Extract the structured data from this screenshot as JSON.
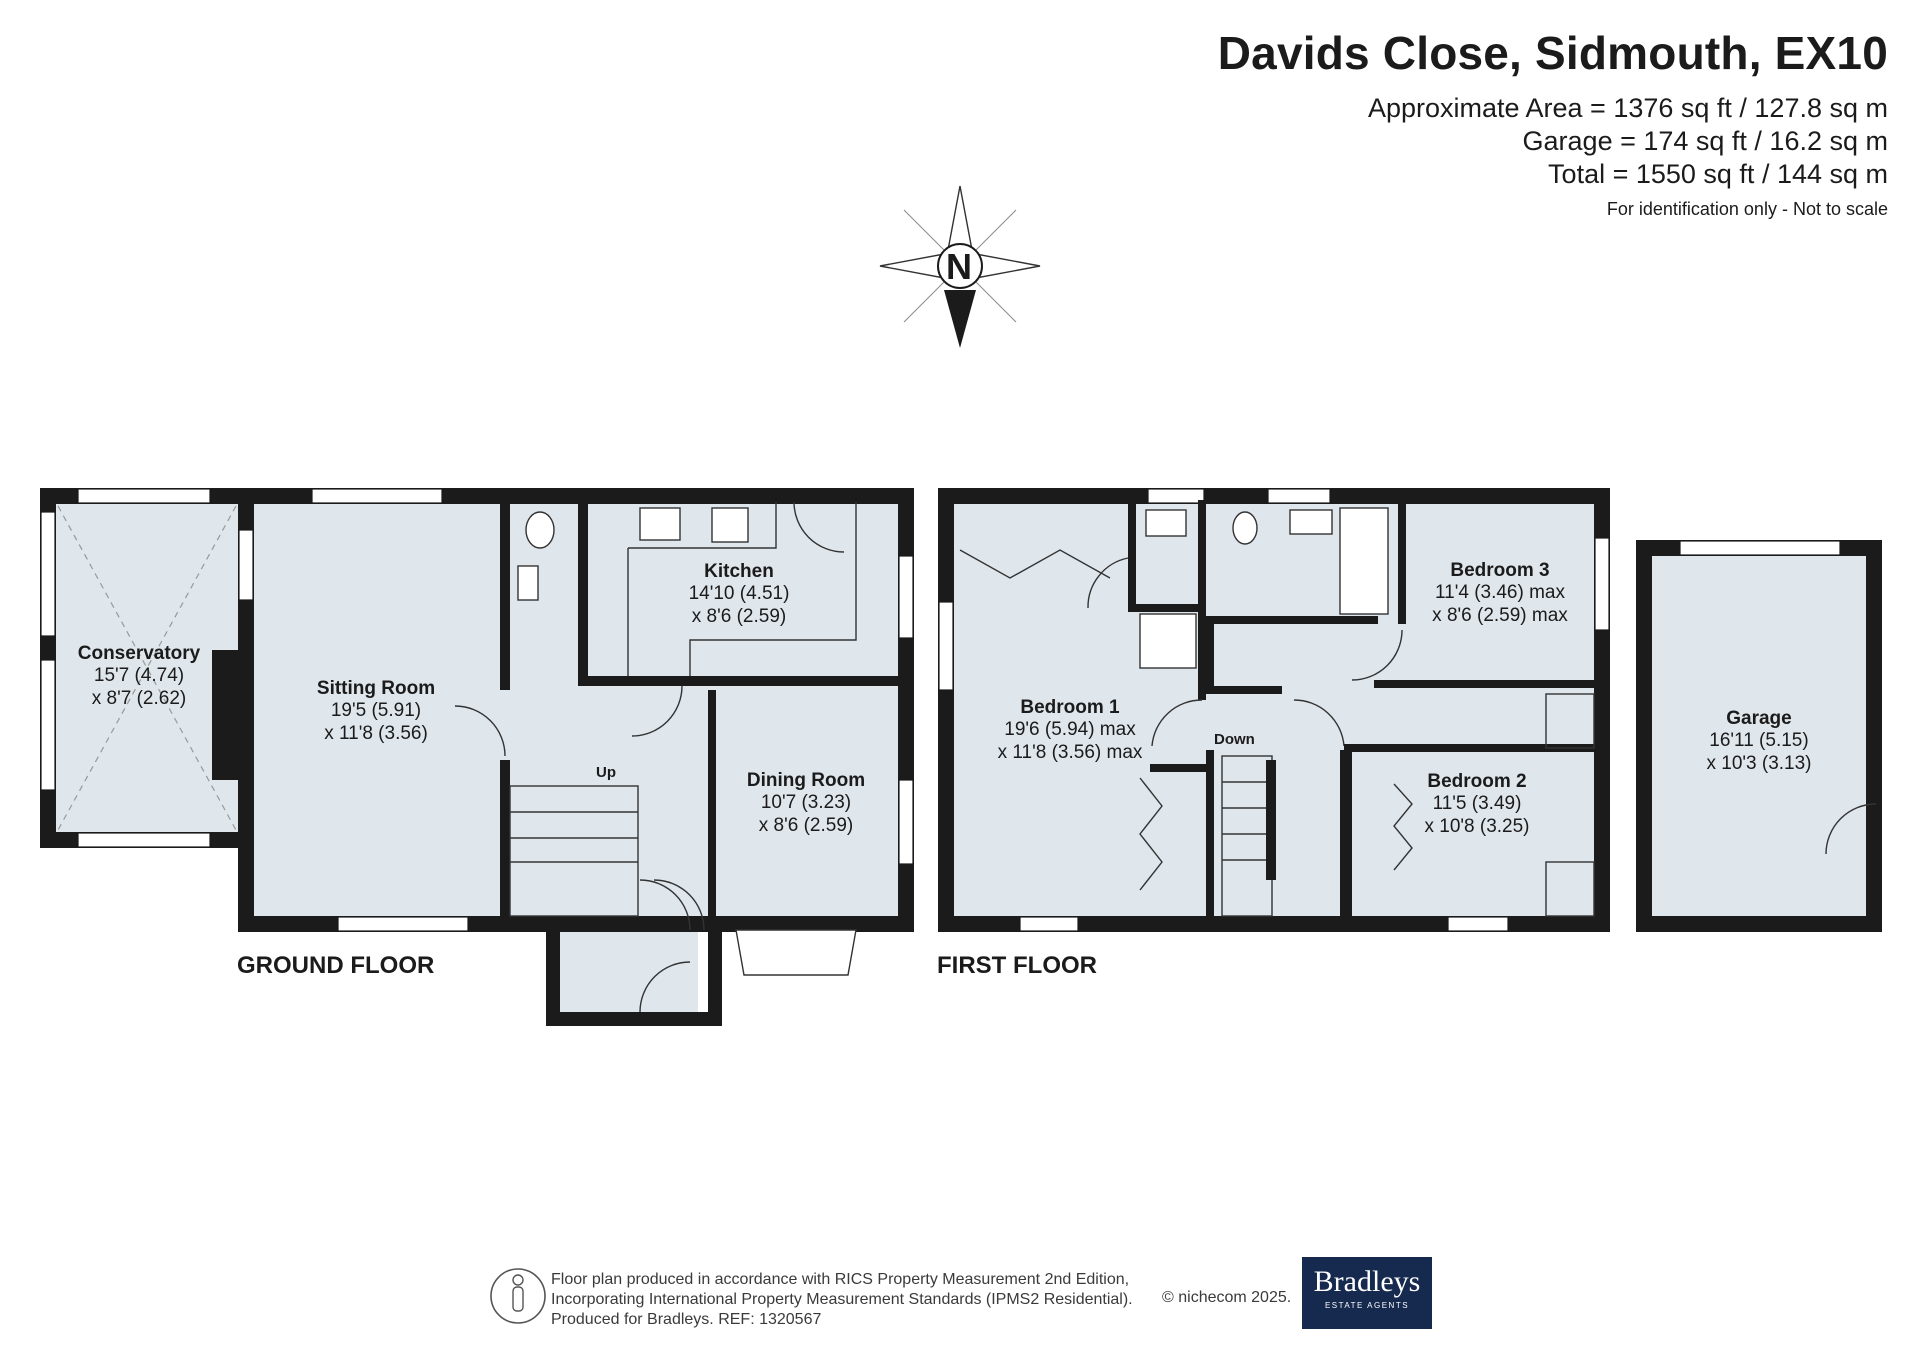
{
  "header": {
    "address": "Davids Close, Sidmouth, EX10",
    "approx_area": "Approximate Area = 1376 sq ft / 127.8 sq m",
    "garage_area": "Garage = 174 sq ft / 16.2 sq m",
    "total_area": "Total = 1550 sq ft / 144 sq m",
    "disclaimer": "For identification only - Not to scale"
  },
  "compass": {
    "letter": "N"
  },
  "floors": {
    "ground": "GROUND FLOOR",
    "first": "FIRST FLOOR"
  },
  "stairs": {
    "up": "Up",
    "down": "Down"
  },
  "rooms": {
    "conservatory": {
      "name": "Conservatory",
      "dim1": "15'7 (4.74)",
      "dim2": "x 8'7 (2.62)"
    },
    "sitting_room": {
      "name": "Sitting Room",
      "dim1": "19'5 (5.91)",
      "dim2": "x 11'8 (3.56)"
    },
    "kitchen": {
      "name": "Kitchen",
      "dim1": "14'10 (4.51)",
      "dim2": "x 8'6 (2.59)"
    },
    "dining_room": {
      "name": "Dining Room",
      "dim1": "10'7 (3.23)",
      "dim2": "x 8'6 (2.59)"
    },
    "bedroom1": {
      "name": "Bedroom 1",
      "dim1": "19'6 (5.94) max",
      "dim2": "x 11'8 (3.56) max"
    },
    "bedroom2": {
      "name": "Bedroom 2",
      "dim1": "11'5 (3.49)",
      "dim2": "x 10'8 (3.25)"
    },
    "bedroom3": {
      "name": "Bedroom 3",
      "dim1": "11'4 (3.46) max",
      "dim2": "x 8'6 (2.59) max"
    },
    "garage": {
      "name": "Garage",
      "dim1": "16'11 (5.15)",
      "dim2": "x 10'3 (3.13)"
    }
  },
  "footer": {
    "line1": "Floor plan produced in accordance with RICS Property Measurement 2nd Edition,",
    "line2": "Incorporating International Property Measurement Standards (IPMS2 Residential).",
    "line3": "Produced for Bradleys.   REF: 1320567",
    "copyright": "© nichecom 2025.",
    "brand": "Bradleys",
    "brand_sub": "ESTATE AGENTS"
  },
  "colors": {
    "floor_fill": "#dfe6ec",
    "walls": "#1b1b1b",
    "brand_bg": "#16294f"
  }
}
